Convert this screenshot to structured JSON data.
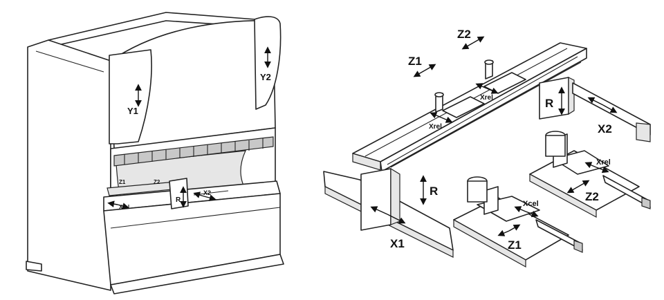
{
  "labels": {
    "y1": "Y1",
    "y2": "Y2",
    "z1_small": "Z1",
    "z2_small": "Z2",
    "xrel_small": "Xrel",
    "r_small": "R",
    "x2_small": "X2",
    "z1": "Z1",
    "z2": "Z2",
    "xrel_beam_left": "Xrel",
    "xrel_beam_right": "Xrel",
    "r_top": "R",
    "x2": "X2",
    "r_bottom": "R",
    "x1": "X1",
    "xrel_unit1": "Xcel",
    "z1_unit": "Z1",
    "xrel_unit2": "Xrel",
    "z2_unit": "Z2"
  },
  "colors": {
    "line": "#222222",
    "fill": "#ffffff",
    "shade": "#e6e6e6"
  }
}
